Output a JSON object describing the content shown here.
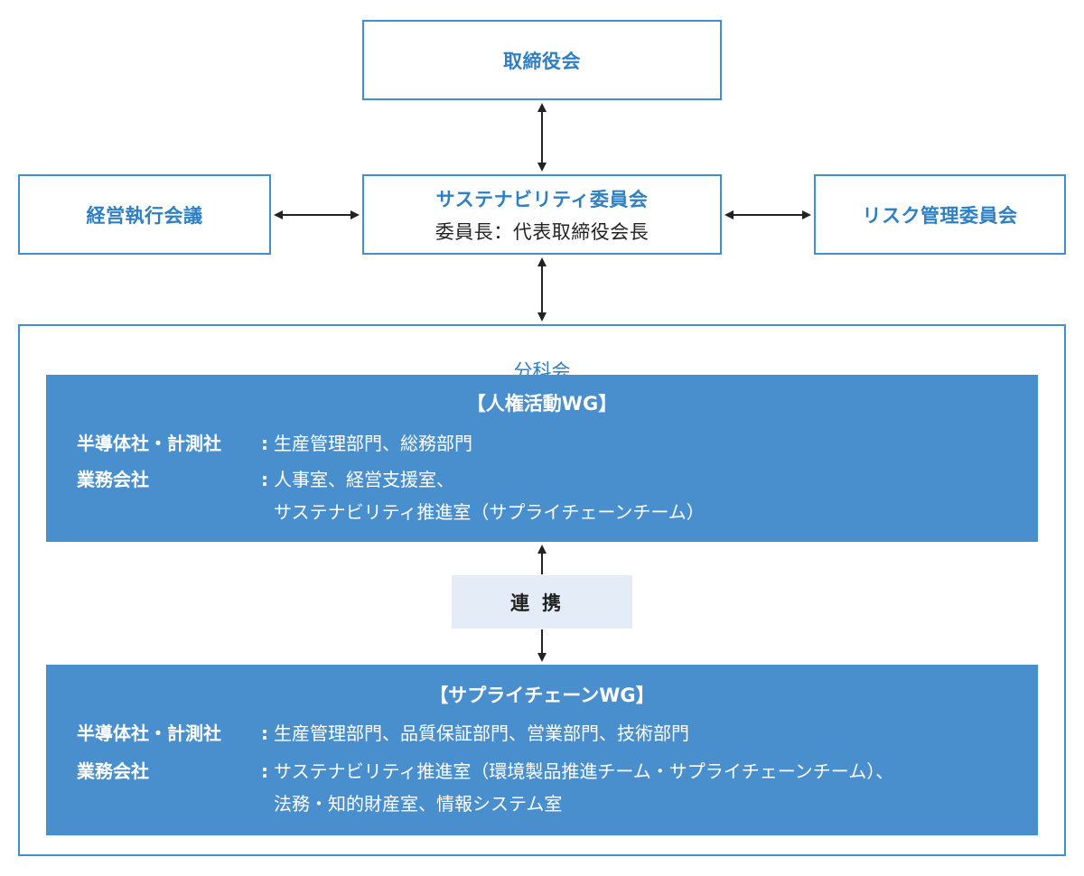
{
  "board": {
    "label": "取締役会"
  },
  "exec_meeting": {
    "label": "経営執行会議"
  },
  "sustainability": {
    "label": "サステナビリティ委員会",
    "chair": "委員長：代表取締役会長"
  },
  "risk": {
    "label": "リスク管理委員会"
  },
  "subcommittee": {
    "title": "分科会"
  },
  "wg_human_rights": {
    "title": "【人権活動WG】",
    "rows": [
      {
        "label": "半導体社・計測社",
        "lines": [
          "生産管理部門、総務部門"
        ]
      },
      {
        "label": "業務会社",
        "lines": [
          "人事室、経営支援室、",
          "サステナビリティ推進室（サプライチェーンチーム）"
        ]
      }
    ]
  },
  "cooperation": {
    "label": "連携"
  },
  "wg_supply_chain": {
    "title": "【サプライチェーンWG】",
    "rows": [
      {
        "label": "半導体社・計測社",
        "lines": [
          "生産管理部門、品質保証部門、営業部門、技術部門"
        ]
      },
      {
        "label": "業務会社",
        "lines": [
          "サステナビリティ推進室（環境製品推進チーム・サプライチェーンチーム）、",
          "法務・知的財産室、情報システム室"
        ]
      }
    ]
  },
  "colors": {
    "accent": "#3f8fd2",
    "wg_fill": "#4a8fcd",
    "link_fill": "#e4edf7",
    "arrow": "#222222"
  }
}
